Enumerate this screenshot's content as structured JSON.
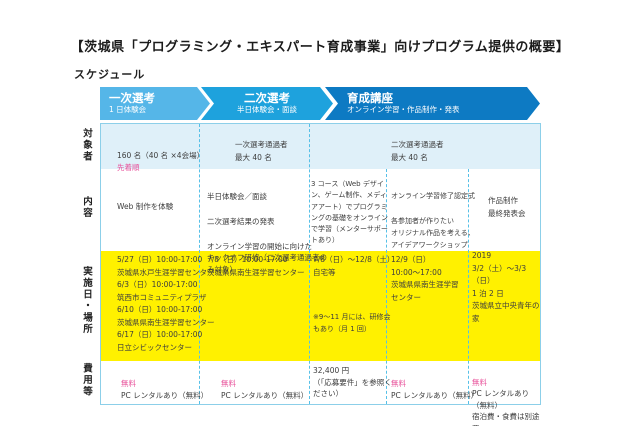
{
  "title": "【茨城県「プログラミング・エキスパート育成事業」向けプログラム提供の概要】",
  "section_label": "スケジュール",
  "colors": {
    "phase1_blue": "#55b6e8",
    "phase2_blue": "#1ea2dd",
    "phase3_blue": "#0d7ac3",
    "target_row_blue": "#dff0f9",
    "schedule_row_yellow": "#fff100",
    "accent_pink": "#e8509a",
    "table_border": "#8ccfe9"
  },
  "phases": [
    {
      "title": "一次選考",
      "subtitle": "1 日体験会"
    },
    {
      "title": "二次選考",
      "subtitle": "半日体験会・面談"
    },
    {
      "title": "育成講座",
      "subtitle": "オンライン学習・作品制作・発表"
    }
  ],
  "row_labels": {
    "target": "対象者",
    "content": "内容",
    "schedule": "実施日・場所",
    "fees": "費用等"
  },
  "target": {
    "phase1_capacity": "160 名（40 名 ×4会場）",
    "phase1_note": "先着順",
    "phase2": "一次選考通過者\n最大 40 名",
    "phase3": "二次選考通過者\n最大 40 名"
  },
  "content": {
    "phase1": "Web 制作を体験",
    "phase2_p1": "半日体験会／面談",
    "phase2_p2": "二次選考結果の発表",
    "phase2_p3": "オンライン学習の開始に向けた\nキックオフ研修（二次選考通過者の\nみ対象）",
    "phase3a": "3 コース（Web デザイ\nン、ゲーム制作、メディ\nアアート）でプログラミ\nングの基礎をオンライン\nで学習（メンターサポー\nトあり）",
    "phase3b_p1": "オンライン学習修了認定式",
    "phase3b_p2": "各参加者が作りたい\nオリジナル作品を考える、\nアイデアワークショップ",
    "phase3c": "作品制作\n最終発表会"
  },
  "schedule": {
    "phase1": "5/27（日）10:00-17:00\n茨城県水戸生涯学習センター\n6/3（日）10:00-17:00\n筑西市コミュニティプラザ\n6/10（日）10:00-17:00\n茨城県県南生涯学習センター\n6/17（日）10:00-17:00\n日立シビックセンター",
    "phase2": "7/8（日）10:00-17:00\n茨城県県南生涯学習センター",
    "phase3a": "7/8（日）～12/8（土）\n自宅等",
    "phase3a_note": "※9～11 月には、研修会\nもあり（月 1 回）",
    "phase3b": "12/9（日）\n10:00～17:00\n茨城県県南生涯学習\nセンター",
    "phase3c": "2019\n3/2（土）～3/3（日）\n1 泊 2 日\n茨城県立中央青年の家"
  },
  "fees": {
    "free_label": "無料",
    "phase1_detail": "PC レンタルあり（無料）",
    "phase2_detail": "PC レンタルあり（無料）",
    "phase3a": "32,400 円\n（「応募要件」を参照く\nださい）",
    "phase3b_detail": "PC レンタルあり（無料）",
    "phase3c_detail": "PC レンタルあり（無料）\n宿泊費・食費は別途要"
  }
}
